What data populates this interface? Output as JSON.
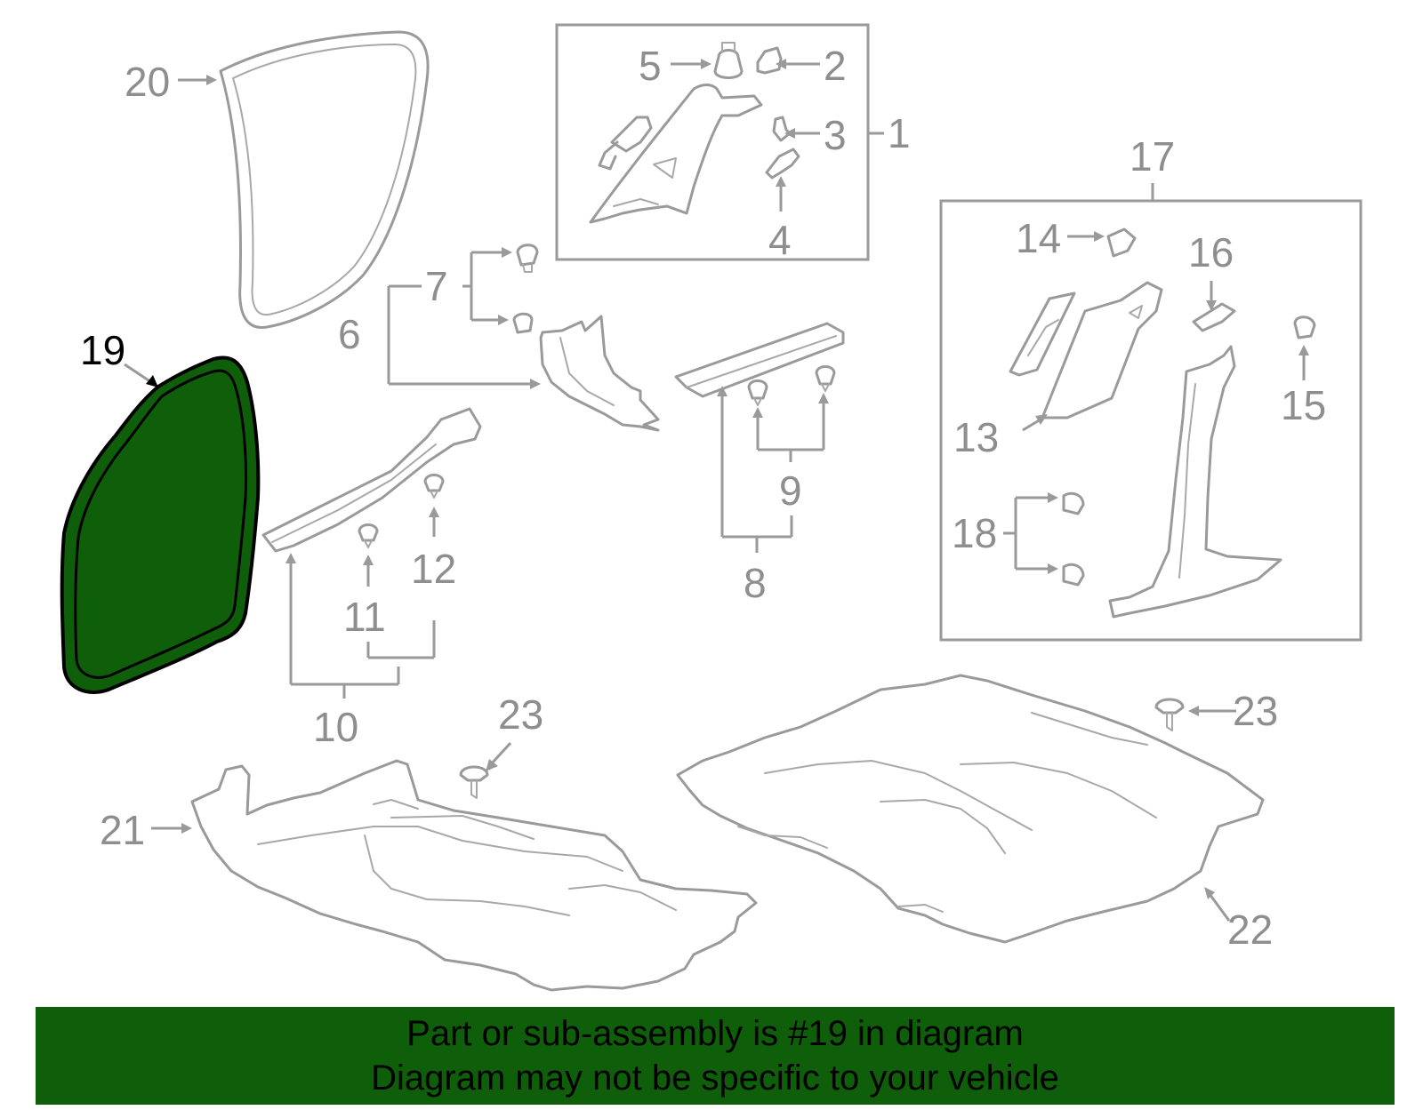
{
  "colors": {
    "highlight_fill": "#0f5e0a",
    "banner_background": "#0f5e0a",
    "part_line": "#9a9a9a",
    "label_gray": "#8e8e8e"
  },
  "callouts": [
    {
      "id": "1",
      "label": "1"
    },
    {
      "id": "2",
      "label": "2"
    },
    {
      "id": "3",
      "label": "3"
    },
    {
      "id": "4",
      "label": "4"
    },
    {
      "id": "5",
      "label": "5"
    },
    {
      "id": "6",
      "label": "6"
    },
    {
      "id": "7",
      "label": "7"
    },
    {
      "id": "8",
      "label": "8"
    },
    {
      "id": "9",
      "label": "9"
    },
    {
      "id": "10",
      "label": "10"
    },
    {
      "id": "11",
      "label": "11"
    },
    {
      "id": "12",
      "label": "12"
    },
    {
      "id": "13",
      "label": "13"
    },
    {
      "id": "14",
      "label": "14"
    },
    {
      "id": "15",
      "label": "15"
    },
    {
      "id": "16",
      "label": "16"
    },
    {
      "id": "17",
      "label": "17"
    },
    {
      "id": "18",
      "label": "18"
    },
    {
      "id": "19",
      "label": "19",
      "highlighted": true
    },
    {
      "id": "20",
      "label": "20"
    },
    {
      "id": "21",
      "label": "21"
    },
    {
      "id": "22",
      "label": "22"
    },
    {
      "id": "23a",
      "label": "23"
    },
    {
      "id": "23b",
      "label": "23"
    }
  ],
  "banner": {
    "line1": "Part or sub-assembly is #19 in diagram",
    "line2": "Diagram may not be specific to your vehicle"
  }
}
